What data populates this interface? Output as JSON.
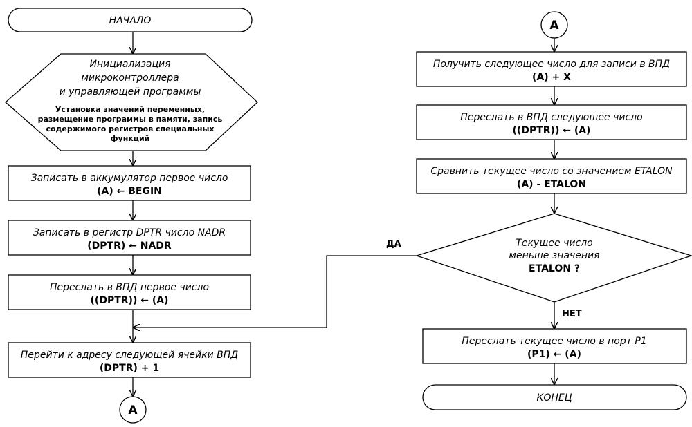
{
  "left_column": {
    "start": "НАЧАЛО",
    "init": {
      "title_lines": [
        "Инициализация",
        "микроконтроллера",
        "и управляющей программы"
      ],
      "detail_lines": [
        "Установка значений переменных,",
        "размещение программы в памяти, запись",
        "содержимого  регистров специальных",
        "функций"
      ]
    },
    "step1": {
      "text": "Записать в аккумулятор первое число",
      "formula": "(A) ← BEGIN"
    },
    "step2": {
      "text": "Записать в регистр  DPTR число NADR",
      "formula": "(DPTR) ← NADR"
    },
    "step3": {
      "text": "Переслать в ВПД первое число",
      "formula": "((DPTR)) ← (A)"
    },
    "step4": {
      "text": "Перейти к адресу следующей ячейки ВПД",
      "formula": "(DPTR) + 1"
    },
    "connector": "A"
  },
  "right_column": {
    "connector": "A",
    "step5": {
      "text": "Получить следующее число для записи в ВПД",
      "formula": "(A) + X"
    },
    "step6": {
      "text": "Переслать в ВПД следующее число",
      "formula": "((DPTR)) ← (A)"
    },
    "step7": {
      "text": "Сравнить текущее число со значением ETALON",
      "formula": "(A) - ETALON"
    },
    "decision": {
      "lines": [
        "Текущее число",
        "меньше значения"
      ],
      "formula": "ETALON ?"
    },
    "label_yes": "ДА",
    "label_no": "НЕТ",
    "step8": {
      "text": "Переслать текущее число в порт P1",
      "formula": "(P1) ← (A)"
    },
    "end": "КОНЕЦ"
  }
}
